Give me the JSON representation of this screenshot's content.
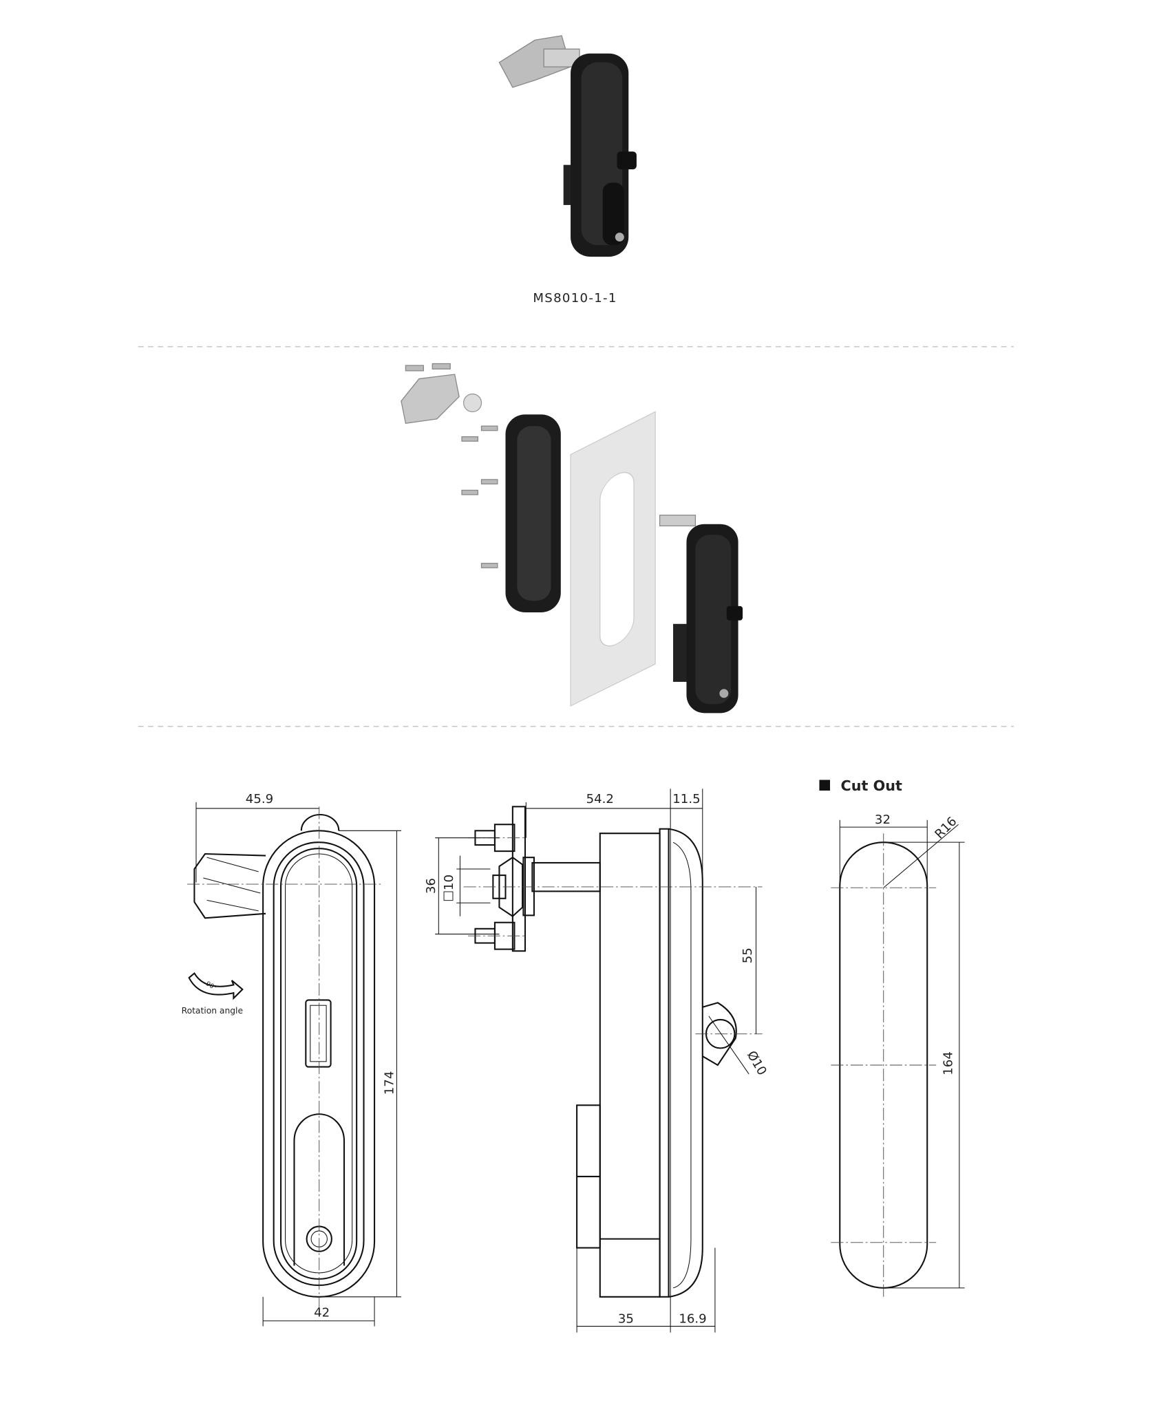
{
  "product": {
    "model": "MS8010-1-1"
  },
  "front_view": {
    "width_dim": "45.9",
    "height_dim": "174",
    "bottom_dim": "42",
    "rotation_label": "Rotation angle",
    "rotation_angle": "90°"
  },
  "side_view": {
    "depth_dim": "54.2",
    "flange_dim": "11.5",
    "cam_span_dim": "36",
    "square_dim": "10",
    "square_symbol": "□",
    "offset_dim": "55",
    "hole_dim": "Ø10",
    "base_dim": "35",
    "front_dim": "16.9"
  },
  "cutout": {
    "title": "Cut Out",
    "width_dim": "32",
    "radius_dim": "R16",
    "height_dim": "164"
  },
  "colors": {
    "product_black": "#1a1a1a",
    "metal": "#c8c8c8",
    "panel": "#e6e6e6",
    "line": "#111111"
  }
}
